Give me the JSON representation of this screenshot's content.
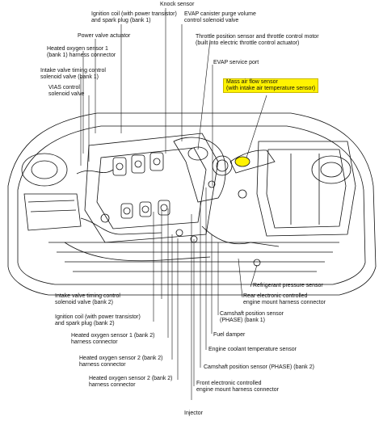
{
  "labels": {
    "knock_sensor": "Knock sensor",
    "ignition_coil_bank1": "Ignition coil (with power transistor)\nand spark plug (bank 1)",
    "evap_canister_purge": "EVAP canister purge volume\ncontrol solenoid valve",
    "power_valve_actuator": "Power valve actuator",
    "throttle_position": "Throttle position sensor and throttle control motor\n(built into electric throttle control actuator)",
    "heated_o2_sensor1_bank1": "Heated oxygen sensor 1\n(bank 1) harness connector",
    "evap_service_port": "EVAP service port",
    "intake_valve_timing_bank1": "Intake valve timing control\nsolenoid valve (bank 1)",
    "mass_air_flow": "Mass air flow sensor\n(with intake air temperature sensor)",
    "vias_control": "VIAS control\nsolenoid valve",
    "refrigerant_pressure": "Refrigerant pressure sensor",
    "rear_engine_mount": "Rear electronic controlled\nengine mount harness connector",
    "intake_valve_timing_bank2": "Intake valve timing control\nsolenoid valve (bank 2)",
    "ignition_coil_bank2": "Ignition coil (with power transistor)\nand spark plug (bank 2)",
    "camshaft_bank1": "Camshaft position sensor\n(PHASE) (bank 1)",
    "heated_o2_sensor1_bank2": "Heated oxygen sensor 1 (bank 2)\nharness connector",
    "fuel_damper": "Fuel damper",
    "engine_coolant_temp": "Engine coolant temperature sensor",
    "heated_o2_sensor2_bank2_conn": "Heated oxygen sensor 2 (bank 2)\nharness connector",
    "camshaft_bank2": "Camshaft position sensor (PHASE) (bank 2)",
    "heated_o2_sensor2_bank2_conn_b": "Heated oxygen sensor 2 (bank 2)\nharness connector",
    "front_engine_mount": "Front electronic controlled\nengine mount harness connector",
    "injector": "Injector"
  },
  "colors": {
    "highlight": "#fff200",
    "line": "#111111"
  }
}
